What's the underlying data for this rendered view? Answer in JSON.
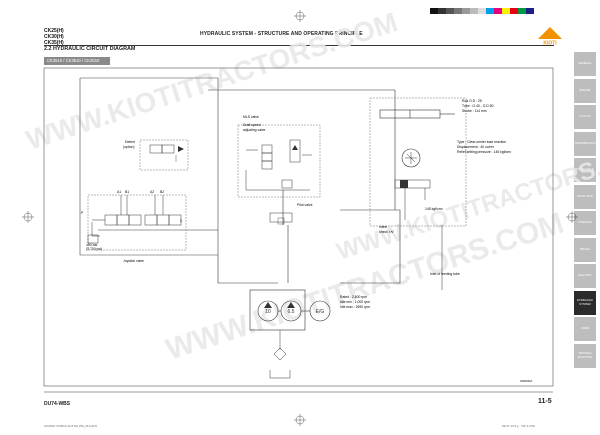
{
  "header": {
    "models": [
      "CK25(H)",
      "CK30(H)",
      "CK35(H)"
    ],
    "title": "HYDRAULIC SYSTEM - STRUCTURE AND OPERATING PRINCIPLE",
    "brand": "KIOTI"
  },
  "section": {
    "title": "2.2  HYDRAULIC CIRCUIT DIAGRAM",
    "subtitle": "CK2510 / CK3510 / CK3010"
  },
  "diagram": {
    "labels": {
      "mls_valve": "MLS valve",
      "draft_speed": "Draft speed",
      "adjusting_valve": "adjusting valve",
      "detent": "Detent",
      "option": "(option)",
      "pilot_valve": "Pilot valve",
      "a1": "A1",
      "b1": "B1",
      "a2": "A2",
      "b2": "B2",
      "p": "P",
      "c": "C",
      "relief": "190 bar",
      "relief2": "(2,700 psi)",
      "joystick_valve": "Joystick valve",
      "rod_od": "Rod O.D : 25",
      "tube": "Tube : O.40 - O.D 50",
      "stroke": "Stroke : 114 mm",
      "type": "Type : Clear-center load reaction",
      "displacement": "Displacement : 40 cc/rev",
      "relief_pressure": "Relief setting pressure : 145 kgf/cm²",
      "inline": "Inline",
      "check": "check 'r/v'",
      "relief_145": "145 kgf/cm²",
      "inlet": "Inlet of feeding tube",
      "pump_10": "10",
      "pump_65": "6.5",
      "eg": "E/G",
      "rated": "Rated : 2,600 rpm",
      "idle_min": "Idle min : 1,000 rpm",
      "idle_max": "Idle max : 2690 rpm",
      "drawing_no": "S00000A"
    }
  },
  "footer": {
    "left": "DU74-WBS",
    "page": "11-5",
    "bottom_left": "CK2510 CK3010 11-5  RU ZIS_M.indd   5",
    "bottom_right": "09.07.13  5:p   ·  OP 1:2:50"
  },
  "sidebar": {
    "tabs": [
      "GENERAL",
      "ENGINE",
      "CLUTCH",
      "TRANSMISSION",
      "FRONT AXLE",
      "REAR AXLE",
      "STEERING",
      "BRAKE",
      "ELECTRIC",
      "HYDRAULIC SYSTEM",
      "CABIN",
      "TROUBLE SHOOTING"
    ],
    "active_index": 9
  },
  "watermark": "WWW.KIOTITRACTORS.COM"
}
